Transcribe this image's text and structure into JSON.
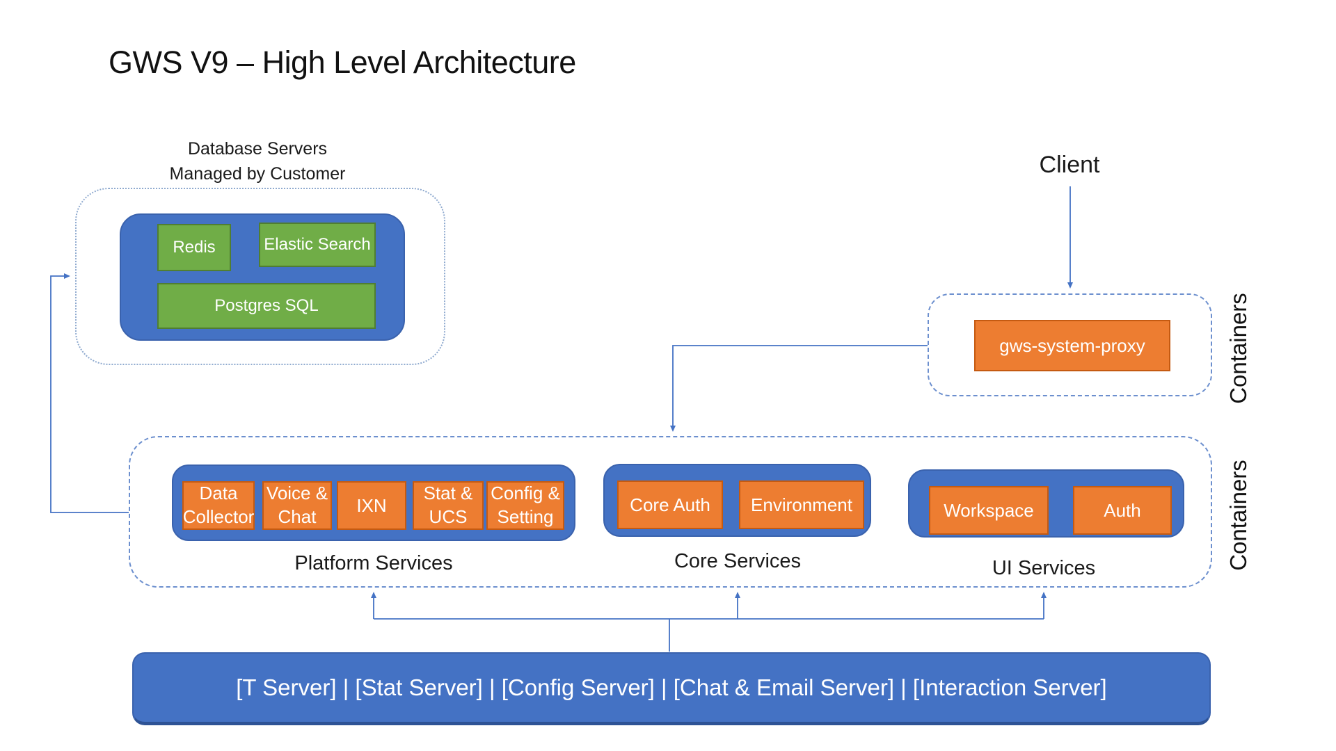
{
  "title": "GWS V9 – High Level Architecture",
  "database": {
    "heading_line1": "Database Servers",
    "heading_line2": "Managed by Customer",
    "boxes": {
      "redis": "Redis",
      "elastic": "Elastic Search",
      "postgres": "Postgres SQL"
    }
  },
  "client": {
    "label": "Client"
  },
  "proxy": {
    "box_label": "gws-system-proxy",
    "container_label": "Containers"
  },
  "containers": {
    "label": "Containers"
  },
  "platform": {
    "label": "Platform Services",
    "boxes": [
      "Data Collector",
      "Voice & Chat",
      "IXN",
      "Stat & UCS",
      "Config & Setting"
    ]
  },
  "core": {
    "label": "Core Services",
    "boxes": [
      "Core Auth",
      "Environment"
    ]
  },
  "ui": {
    "label": "UI Services",
    "boxes": [
      "Workspace",
      "Auth"
    ]
  },
  "backend_bar": {
    "text": "[T Server] | [Stat Server] | [Config Server] | [Chat & Email Server] | [Interaction Server]"
  },
  "colors": {
    "blue": "#4472C4",
    "blue_dark": "#2F5597",
    "green": "#70AD47",
    "green_dark": "#507E32",
    "orange": "#ED7D31",
    "orange_dark": "#C55A11",
    "connector": "#4472C4",
    "dotted_border": "#8FAACF",
    "dashed_border": "#6C8FCE",
    "text": "#1A1A1A"
  }
}
